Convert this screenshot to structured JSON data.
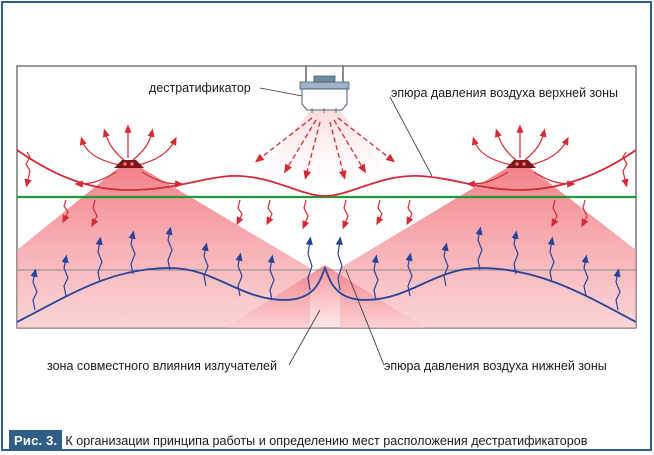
{
  "labels": {
    "destratifier": "дестратификатор",
    "upper_zone": "эпюра давления воздуха верхней зоны",
    "combined_zone": "зона совместного влияния излучателей",
    "lower_zone": "эпюра давления воздуха нижней зоны"
  },
  "caption": {
    "label": "Рис. 3.",
    "text": "К организации принципа работы и определению мест расположения дестратификаторов"
  },
  "colors": {
    "frame": "#4a4a4a",
    "outer_border": "#2f5f86",
    "upper_curve": "#d42a35",
    "lower_curve": "#27449a",
    "neutral_line": "#1f9a3a",
    "floor_line": "#888888",
    "heat_cone": "#f48a8f"
  }
}
